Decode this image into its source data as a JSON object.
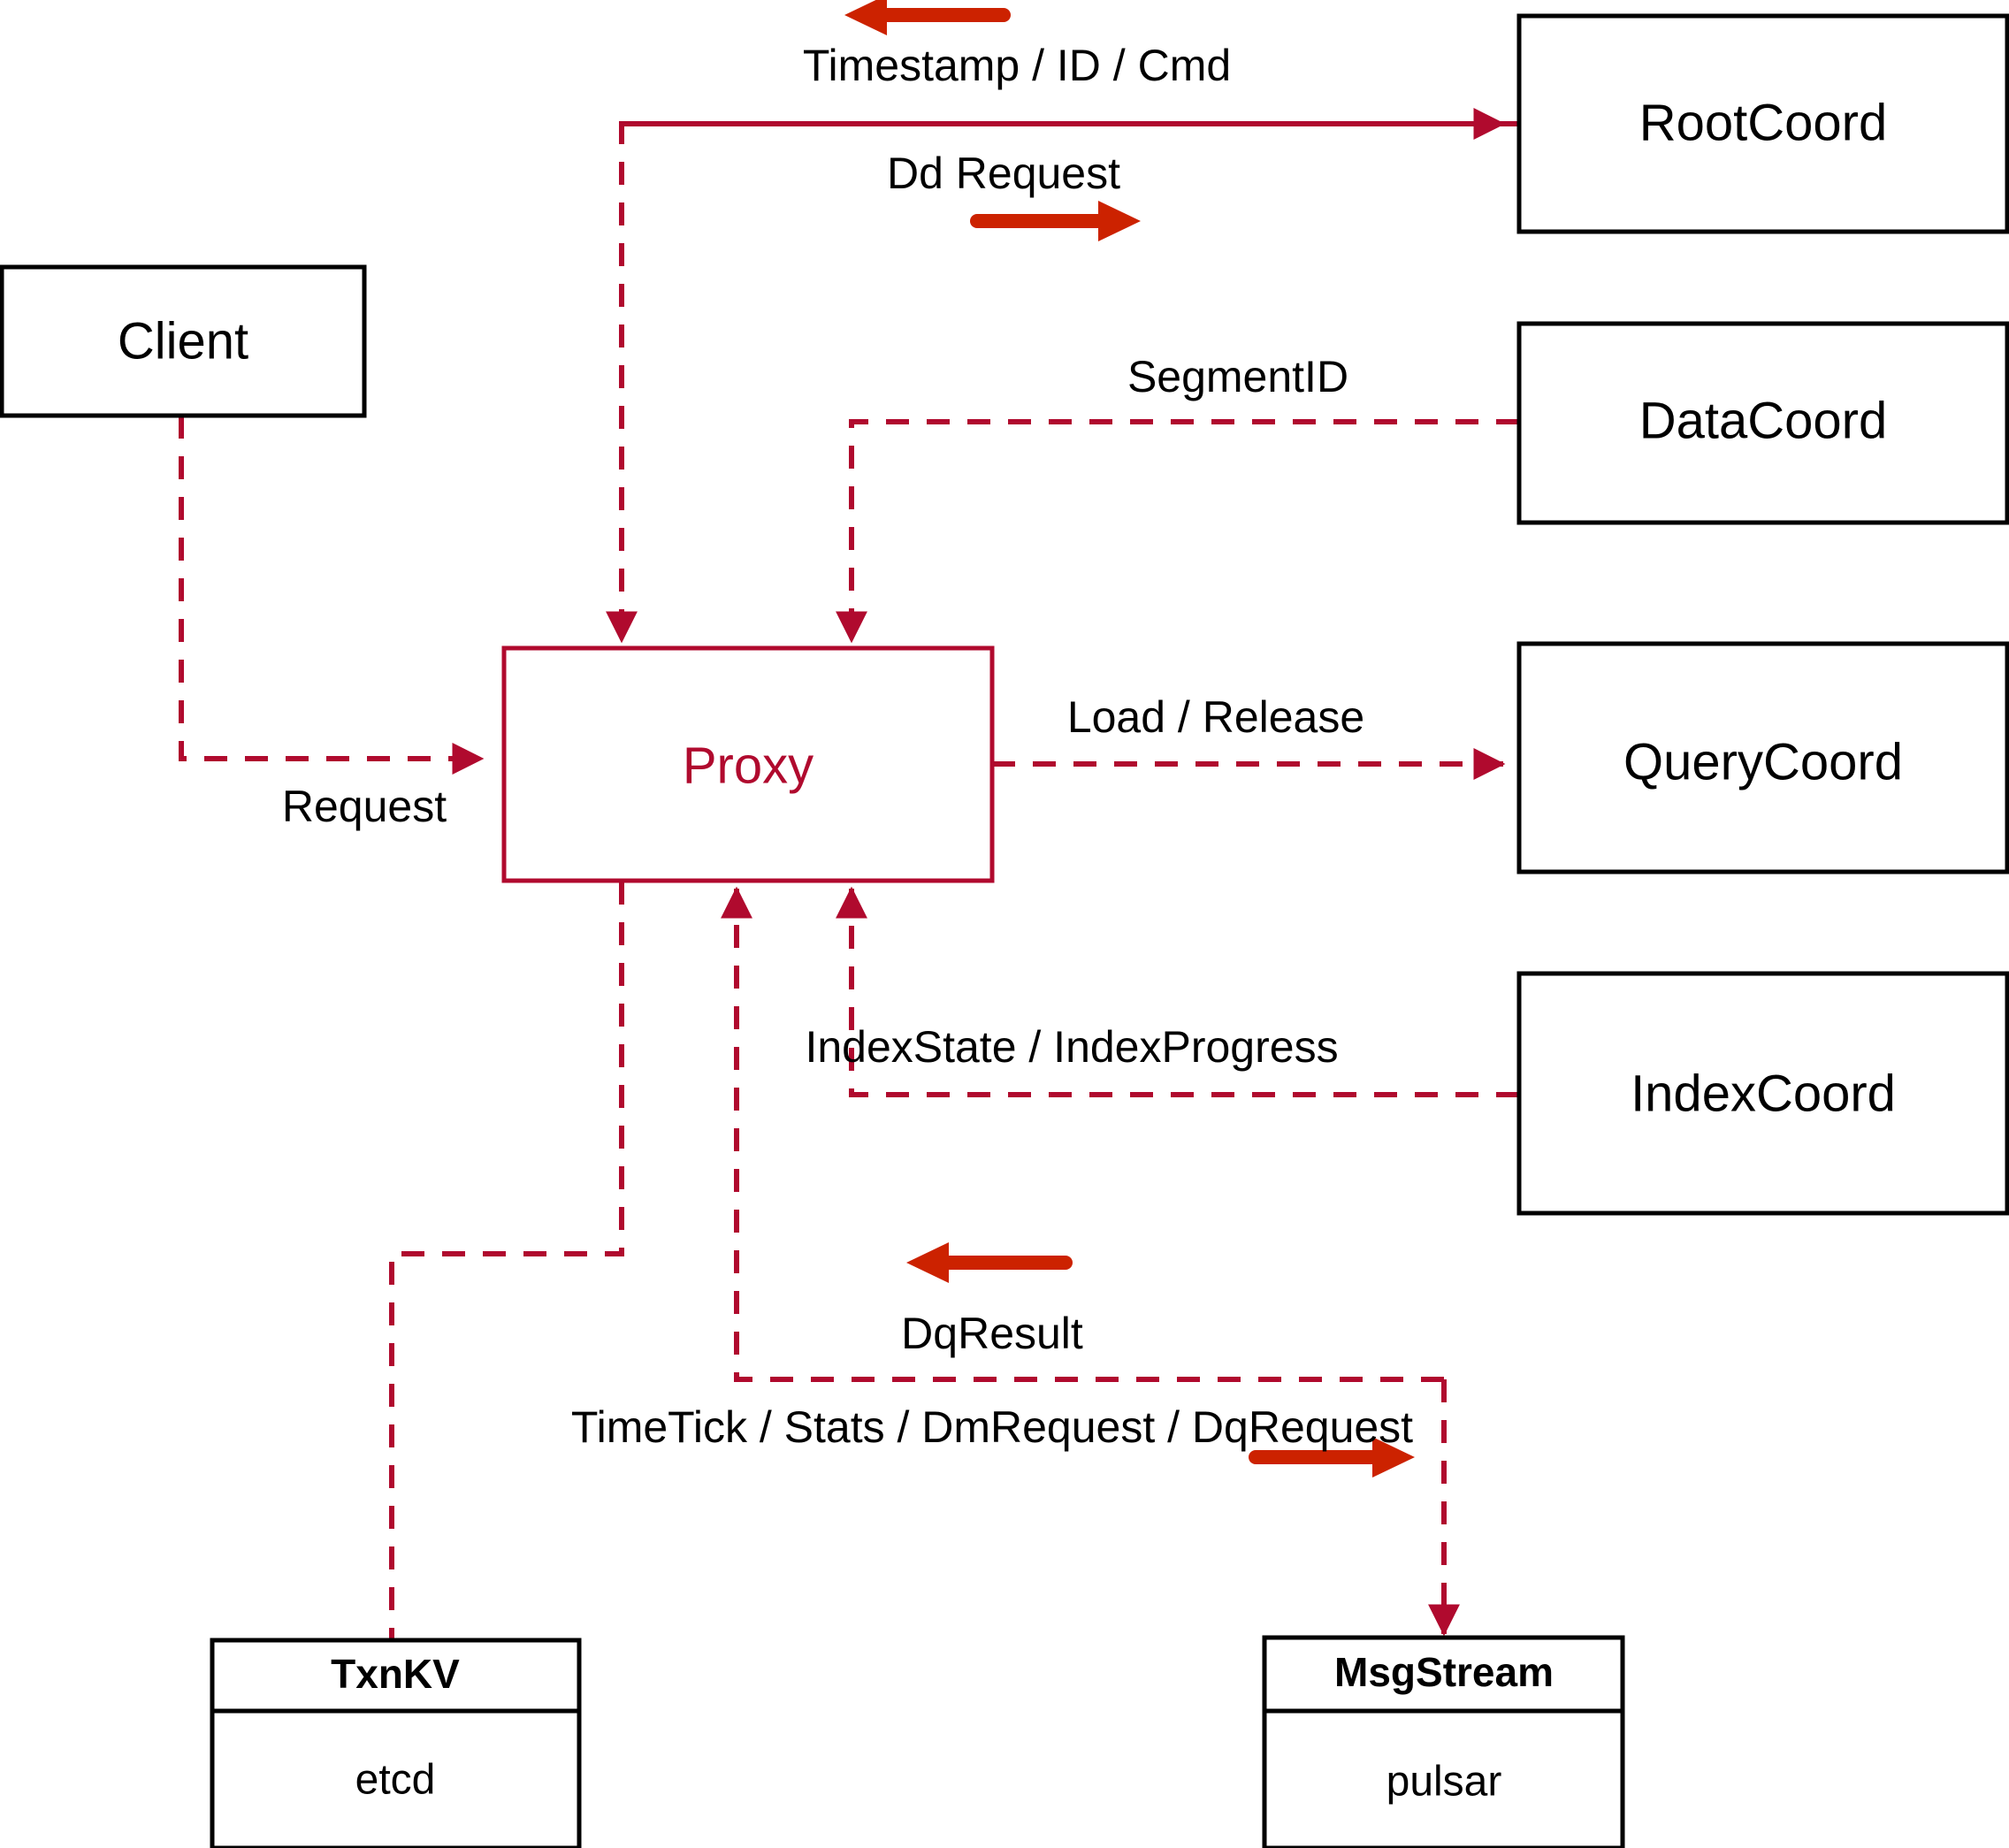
{
  "diagram": {
    "title": "Milvus Proxy Interaction Diagram",
    "colors": {
      "accent": "#B00A2E",
      "arrow": "#CC2200",
      "box_stroke": "#000000",
      "background": "#ffffff"
    },
    "nodes": {
      "client": {
        "label": "Client"
      },
      "proxy": {
        "label": "Proxy"
      },
      "root_coord": {
        "label": "RootCoord"
      },
      "data_coord": {
        "label": "DataCoord"
      },
      "query_coord": {
        "label": "QueryCoord"
      },
      "index_coord": {
        "label": "IndexCoord"
      },
      "txnkv": {
        "title": "TxnKV",
        "impl": "etcd"
      },
      "msgstream": {
        "title": "MsgStream",
        "impl": "pulsar"
      }
    },
    "edges": [
      {
        "id": "timestamp-id-cmd",
        "label": "Timestamp / ID / Cmd",
        "from": "RootCoord",
        "to": "Proxy",
        "direction": "left"
      },
      {
        "id": "dd-request",
        "label": "Dd Request",
        "from": "Proxy",
        "to": "RootCoord",
        "direction": "right"
      },
      {
        "id": "segment-id",
        "label": "SegmentID",
        "from": "DataCoord",
        "to": "Proxy",
        "direction": "left"
      },
      {
        "id": "load-release",
        "label": "Load / Release",
        "from": "Proxy",
        "to": "QueryCoord",
        "direction": "right"
      },
      {
        "id": "index-state",
        "label": "IndexState / IndexProgress",
        "from": "IndexCoord",
        "to": "Proxy",
        "direction": "left"
      },
      {
        "id": "request",
        "label": "Request",
        "from": "Client",
        "to": "Proxy",
        "direction": "right"
      },
      {
        "id": "dq-result",
        "label": "DqResult",
        "from": "MsgStream",
        "to": "Proxy",
        "direction": "left"
      },
      {
        "id": "timetick-stats",
        "label": "TimeTick / Stats / DmRequest / DqRequest",
        "from": "Proxy",
        "to": "MsgStream",
        "direction": "right"
      }
    ]
  }
}
